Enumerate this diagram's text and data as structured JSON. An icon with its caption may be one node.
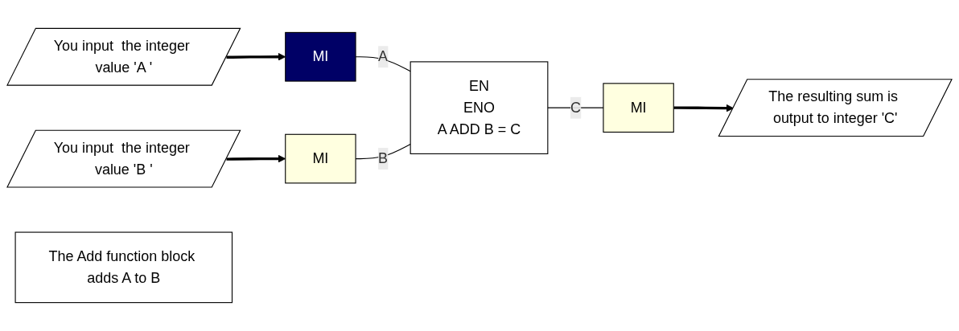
{
  "diagram": {
    "nodes": [
      {
        "text": [
          "You input  the integer value 'A '"
        ]
      },
      {
        "text": [
          "You input  the integer value 'B '"
        ]
      },
      {
        "text": [
          "MI"
        ]
      },
      {
        "text": [
          "MI"
        ]
      },
      {
        "text": [
          "EN",
          "ENO",
          "A ADD B = C"
        ]
      },
      {
        "text": [
          "MI"
        ]
      },
      {
        "text": [
          "The resulting sum is output to integer 'C'"
        ]
      },
      {
        "text": [
          "The Add function block adds A to B"
        ]
      }
    ],
    "edges": [
      {
        "from": 0,
        "to": 2,
        "arrow": "to",
        "style": "thick"
      },
      {
        "from": 1,
        "to": 3,
        "arrow": "to",
        "style": "thick"
      },
      {
        "from": 2,
        "to": 4,
        "arrow": "none",
        "label": "A"
      },
      {
        "from": 3,
        "to": 4,
        "arrow": "none",
        "label": "B"
      },
      {
        "from": 4,
        "to": 5,
        "arrow": "none",
        "label": "C"
      },
      {
        "from": 5,
        "to": 6,
        "arrow": "to",
        "style": "thick"
      }
    ]
  }
}
